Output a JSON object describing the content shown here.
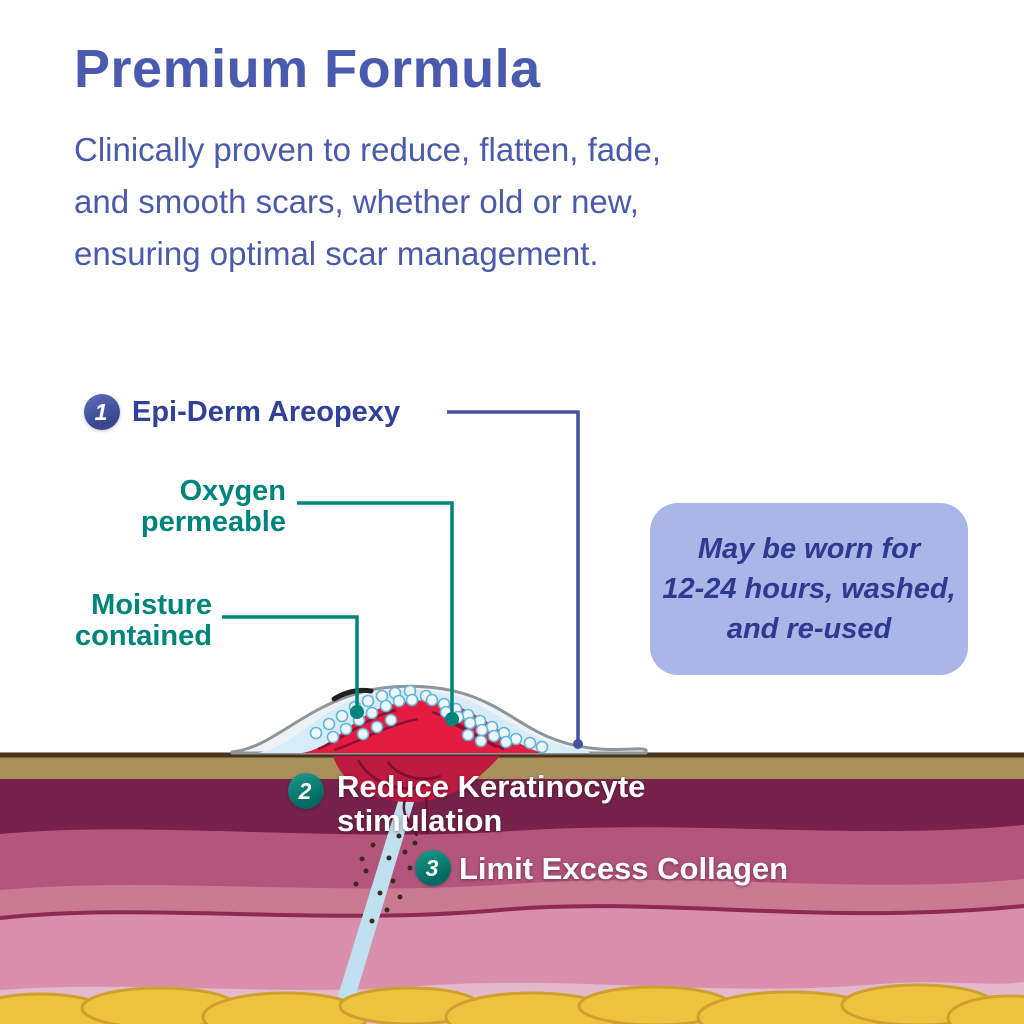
{
  "page": {
    "title": "Premium Formula",
    "subtitle_lines": [
      "Clinically proven to reduce, flatten, fade,",
      "and smooth scars, whether old or new,",
      "ensuring optimal scar management."
    ]
  },
  "diagram": {
    "step1": {
      "number": "1",
      "label": "Epi-Derm Areopexy"
    },
    "oxygen": {
      "lines": [
        "Oxygen",
        "permeable"
      ]
    },
    "moisture": {
      "lines": [
        "Moisture",
        "contained"
      ]
    },
    "note": {
      "lines": [
        "May be worn for",
        "12-24 hours, washed,",
        "and re-used"
      ]
    },
    "step2": {
      "number": "2",
      "lines": [
        "Reduce Keratinocyte",
        "stimulation"
      ]
    },
    "step3": {
      "number": "3",
      "label": "Limit Excess Collagen"
    }
  },
  "colors": {
    "heading_blue": "#4a5aae",
    "teal": "#00857c",
    "note_bg": "#aab5e8",
    "note_text": "#2d3a90",
    "scar_red": "#e51c41",
    "sheet_blue": "#d6ecf8",
    "fat_yellow": "#ecc33e"
  }
}
